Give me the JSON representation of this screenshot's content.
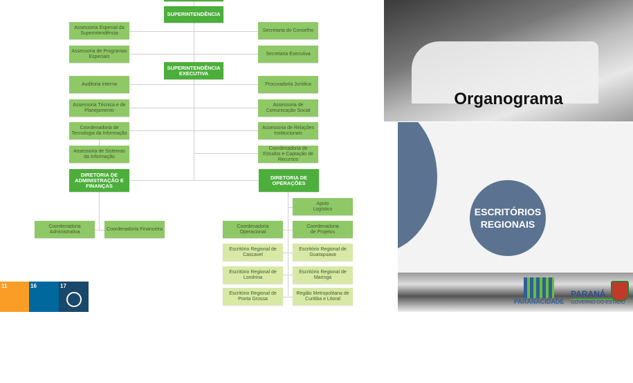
{
  "chart": {
    "top": "",
    "superintendencia": "SUPERINTENDÊNCIA",
    "sup_exec": "SUPERINTENDÊNCIA EXECUTIVA",
    "left": [
      "Assessoria Especial da Superintendência",
      "Assessoria de Programas Especiais",
      "Auditoria interna",
      "Assessoria Técnica e de Planejamento",
      "Coordenadoria de Tecnologia da Informação",
      "Assessoria de Sistemas da Informação"
    ],
    "right": [
      "Secretaria do Conselho",
      "Secretaria Executiva",
      "Procuradoria Jurídica",
      "Assessoria de Comunicação Social",
      "Assessoria de Relações Institucionais",
      "Coordenadoria de Estudos e Captação de Recursos"
    ],
    "dir_adm": "DIRETORIA DE ADMINISTRAÇÃO E FINANÇAS",
    "dir_op": "DIRETORIA DE OPERAÇÕES",
    "coord_adm": "Coordenadoria Administrativa",
    "coord_fin": "Coordenadoria Financeira",
    "apoio": "Apoio Logístico",
    "coord_op": "Coordenadoria Operacional",
    "coord_proj": "Coordenadoria de Projetos",
    "escritorios": [
      "Escritório Regional de Cascavel",
      "Escritório Regional de Guarapuava",
      "Escritório Regional de Londrina",
      "Escritório Regional de Maringá",
      "Escritório Regional de Ponta Grossa",
      "Região Metropolitana de Curitiba e Litoral"
    ]
  },
  "sdg": [
    {
      "num": "11",
      "color": "#f99d26"
    },
    {
      "num": "16",
      "color": "#00689d"
    },
    {
      "num": "17",
      "color": "#19486a"
    }
  ],
  "cover": {
    "title": "Organograma",
    "circle": "ESCRITÓRIOS REGIONAIS",
    "accent": "#5b7390",
    "logo1": "PARANACIDADE",
    "logo2": "PARANÁ",
    "logo2_sub": "GOVERNO DO ESTADO"
  }
}
